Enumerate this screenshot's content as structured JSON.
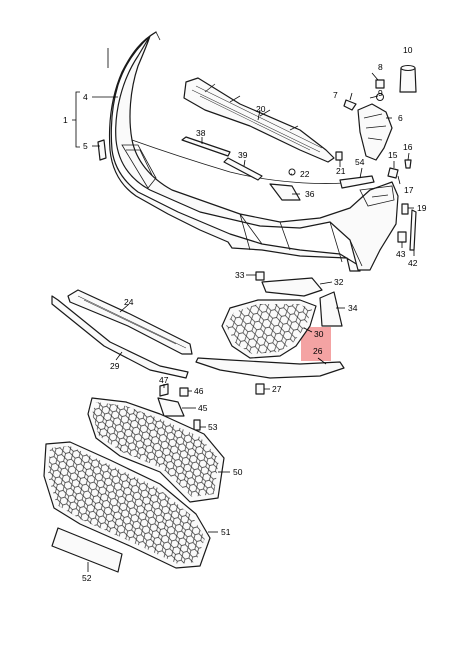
{
  "callouts": [
    {
      "id": "c1",
      "text": "1"
    },
    {
      "id": "c4",
      "text": "4"
    },
    {
      "id": "c5",
      "text": "5"
    },
    {
      "id": "c7",
      "text": "7"
    },
    {
      "id": "c8",
      "text": "8"
    },
    {
      "id": "c9",
      "text": "9"
    },
    {
      "id": "c10",
      "text": "10"
    },
    {
      "id": "c6",
      "text": "6"
    },
    {
      "id": "c20",
      "text": "20"
    },
    {
      "id": "c38",
      "text": "38"
    },
    {
      "id": "c39",
      "text": "39"
    },
    {
      "id": "c21",
      "text": "21"
    },
    {
      "id": "c22",
      "text": "22"
    },
    {
      "id": "c36",
      "text": "36"
    },
    {
      "id": "c54",
      "text": "54"
    },
    {
      "id": "c15",
      "text": "15"
    },
    {
      "id": "c16",
      "text": "16"
    },
    {
      "id": "c17",
      "text": "17"
    },
    {
      "id": "c19",
      "text": "19"
    },
    {
      "id": "c43",
      "text": "43"
    },
    {
      "id": "c42",
      "text": "42"
    },
    {
      "id": "c33",
      "text": "33"
    },
    {
      "id": "c32",
      "text": "32"
    },
    {
      "id": "c34",
      "text": "34"
    },
    {
      "id": "c24",
      "text": "24"
    },
    {
      "id": "c29",
      "text": "29"
    },
    {
      "id": "c30",
      "text": "30"
    },
    {
      "id": "c26",
      "text": "26"
    },
    {
      "id": "c47",
      "text": "47"
    },
    {
      "id": "c46",
      "text": "46"
    },
    {
      "id": "c45",
      "text": "45"
    },
    {
      "id": "c27",
      "text": "27"
    },
    {
      "id": "c53",
      "text": "53"
    },
    {
      "id": "c50",
      "text": "50"
    },
    {
      "id": "c51",
      "text": "51"
    },
    {
      "id": "c52",
      "text": "52"
    }
  ],
  "highlight": {
    "callouts": [
      "30",
      "26"
    ],
    "color": "#f4a3a3"
  }
}
